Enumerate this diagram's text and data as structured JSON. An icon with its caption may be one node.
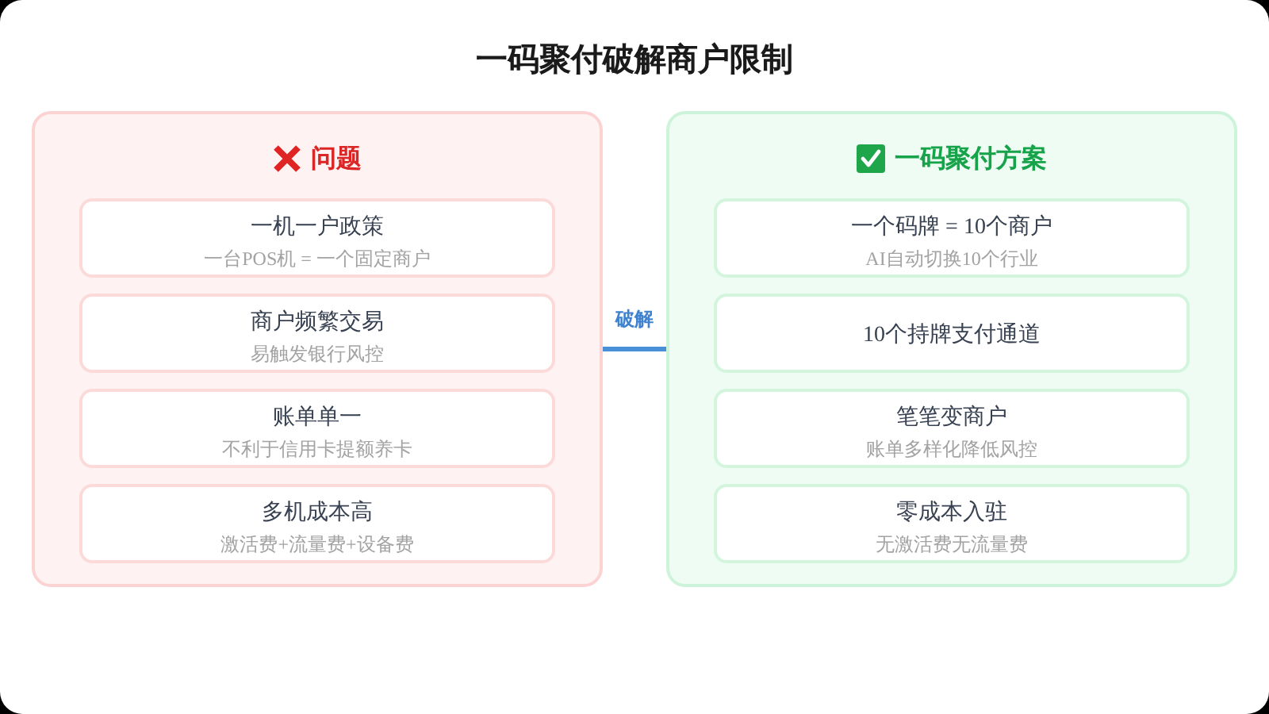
{
  "diagram": {
    "title": "一码聚付破解商户限制",
    "nodes": [
      {
        "text": [
          "问题"
        ]
      },
      {
        "text": [
          "一机一户政策",
          "一台POS机 = 一个固定商户"
        ],
        "in": 0
      },
      {
        "text": [
          "商户频繁交易",
          "易触发银行风控"
        ],
        "in": 0
      },
      {
        "text": [
          "账单单一",
          "不利于信用卡提额养卡"
        ],
        "in": 0
      },
      {
        "text": [
          "多机成本高",
          "激活费+流量费+设备费"
        ],
        "in": 0
      },
      {
        "text": [
          "一码聚付方案"
        ]
      },
      {
        "text": [
          "一个码牌 = 10个商户",
          "AI自动切换10个行业"
        ],
        "in": 5
      },
      {
        "text": [
          "10个持牌支付通道"
        ],
        "in": 5
      },
      {
        "text": [
          "笔笔变商户",
          "账单多样化降低风控"
        ],
        "in": 5
      },
      {
        "text": [
          "零成本入驻",
          "无激活费无流量费"
        ],
        "in": 5
      }
    ],
    "edges": [
      {
        "from": 0,
        "to": 5,
        "arrow": "none",
        "label": "破解"
      }
    ]
  }
}
